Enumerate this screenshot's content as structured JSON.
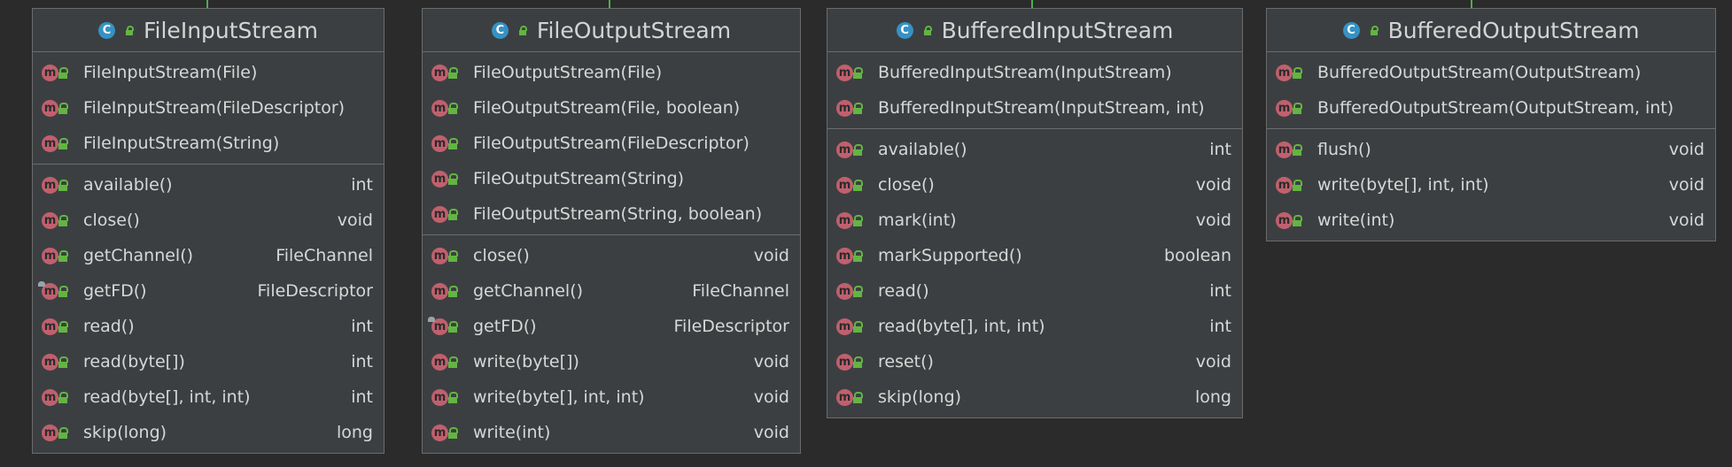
{
  "classes": [
    {
      "name": "FileInputStream",
      "constructors": [
        "FileInputStream(File)",
        "FileInputStream(FileDescriptor)",
        "FileInputStream(String)"
      ],
      "methods": [
        {
          "name": "available()",
          "ret": "int"
        },
        {
          "name": "close()",
          "ret": "void"
        },
        {
          "name": "getChannel()",
          "ret": "FileChannel"
        },
        {
          "name": "getFD()",
          "ret": "FileDescriptor"
        },
        {
          "name": "read()",
          "ret": "int"
        },
        {
          "name": "read(byte[])",
          "ret": "int"
        },
        {
          "name": "read(byte[], int, int)",
          "ret": "int"
        },
        {
          "name": "skip(long)",
          "ret": "long"
        }
      ]
    },
    {
      "name": "FileOutputStream",
      "constructors": [
        "FileOutputStream(File)",
        "FileOutputStream(File, boolean)",
        "FileOutputStream(FileDescriptor)",
        "FileOutputStream(String)",
        "FileOutputStream(String, boolean)"
      ],
      "methods": [
        {
          "name": "close()",
          "ret": "void"
        },
        {
          "name": "getChannel()",
          "ret": "FileChannel"
        },
        {
          "name": "getFD()",
          "ret": "FileDescriptor"
        },
        {
          "name": "write(byte[])",
          "ret": "void"
        },
        {
          "name": "write(byte[], int, int)",
          "ret": "void"
        },
        {
          "name": "write(int)",
          "ret": "void"
        }
      ]
    },
    {
      "name": "BufferedInputStream",
      "constructors": [
        "BufferedInputStream(InputStream)",
        "BufferedInputStream(InputStream, int)"
      ],
      "methods": [
        {
          "name": "available()",
          "ret": "int"
        },
        {
          "name": "close()",
          "ret": "void"
        },
        {
          "name": "mark(int)",
          "ret": "void"
        },
        {
          "name": "markSupported()",
          "ret": "boolean"
        },
        {
          "name": "read()",
          "ret": "int"
        },
        {
          "name": "read(byte[], int, int)",
          "ret": "int"
        },
        {
          "name": "reset()",
          "ret": "void"
        },
        {
          "name": "skip(long)",
          "ret": "long"
        }
      ]
    },
    {
      "name": "BufferedOutputStream",
      "constructors": [
        "BufferedOutputStream(OutputStream)",
        "BufferedOutputStream(OutputStream, int)"
      ],
      "methods": [
        {
          "name": "flush()",
          "ret": "void"
        },
        {
          "name": "write(byte[], int, int)",
          "ret": "void"
        },
        {
          "name": "write(int)",
          "ret": "void"
        }
      ]
    }
  ],
  "icons": {
    "class_letter": "C",
    "method_letter": "m"
  },
  "colors": {
    "background": "#2b2b2b",
    "box": "#3c3f41",
    "class_icon": "#3592c4",
    "method_icon": "#c0606e",
    "lock": "#62b543",
    "connector": "#4caf50"
  }
}
